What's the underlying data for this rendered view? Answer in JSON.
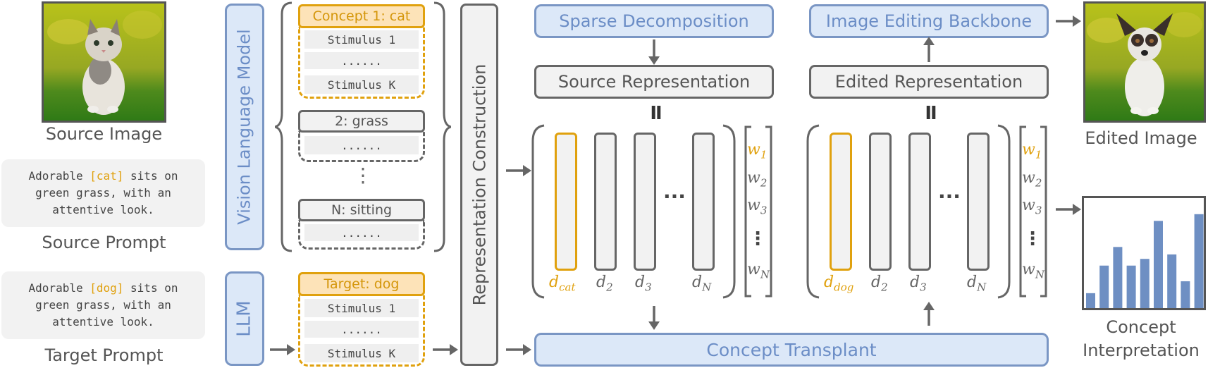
{
  "source": {
    "image_label": "Source Image",
    "prompt_before": "Adorable ",
    "prompt_concept": "[cat]",
    "prompt_after_1": " sits on",
    "prompt_line2": "green grass, with an",
    "prompt_line3": "attentive look.",
    "prompt_label": "Source Prompt"
  },
  "target": {
    "prompt_before": "Adorable ",
    "prompt_concept": "[dog]",
    "prompt_after_1": " sits on",
    "prompt_line2": "green grass, with an",
    "prompt_line3": "attentive look.",
    "prompt_label": "Target Prompt"
  },
  "models": {
    "vlm": "Vision Language Model",
    "llm": "LLM",
    "representation": "Representation Construction"
  },
  "concepts": {
    "c1_head": "Concept 1: cat",
    "c1_s1": "Stimulus 1",
    "c1_dots": "......",
    "c1_sk": "Stimulus K",
    "c2_head": "2: grass",
    "c2_dots": "......",
    "vdots": "⋮",
    "cn_head": "N: sitting",
    "cn_dots": "......",
    "t_head": "Target: dog",
    "t_s1": "Stimulus 1",
    "t_dots": "......",
    "t_sk": "Stimulus K"
  },
  "pipeline": {
    "sparse": "Sparse Decomposition",
    "source_rep": "Source Representation",
    "backbone": "Image Editing Backbone",
    "edited_rep": "Edited Representation",
    "transplant": "Concept Transplant",
    "equals": "II",
    "hdots": "···",
    "vdots": "⋮"
  },
  "left_matrix": {
    "d1": "d",
    "d1_sub": "cat",
    "d2": "d",
    "d2_sub": "2",
    "d3": "d",
    "d3_sub": "3",
    "dn": "d",
    "dn_sub": "N",
    "w1": "w",
    "w1_sub": "1",
    "w2": "w",
    "w2_sub": "2",
    "w3": "w",
    "w3_sub": "3",
    "wn": "w",
    "wn_sub": "N"
  },
  "right_matrix": {
    "d1": "d",
    "d1_sub": "dog",
    "d2": "d",
    "d2_sub": "2",
    "d3": "d",
    "d3_sub": "3",
    "dn": "d",
    "dn_sub": "N",
    "w1": "w",
    "w1_sub": "1",
    "w2": "w",
    "w2_sub": "2",
    "w3": "w",
    "w3_sub": "3",
    "wn": "w",
    "wn_sub": "N"
  },
  "output": {
    "edited_label": "Edited Image",
    "interp_line1": "Concept",
    "interp_line2": "Interpretation",
    "bars": [
      0.2,
      0.57,
      0.82,
      0.57,
      0.66,
      1.17,
      0.72,
      0.36,
      1.26
    ]
  },
  "colors": {
    "accent_orange": "#e0a10e",
    "blue_fill": "#dce8f8",
    "blue_border": "#7a96c4",
    "bar_blue": "#6e8fc3"
  }
}
